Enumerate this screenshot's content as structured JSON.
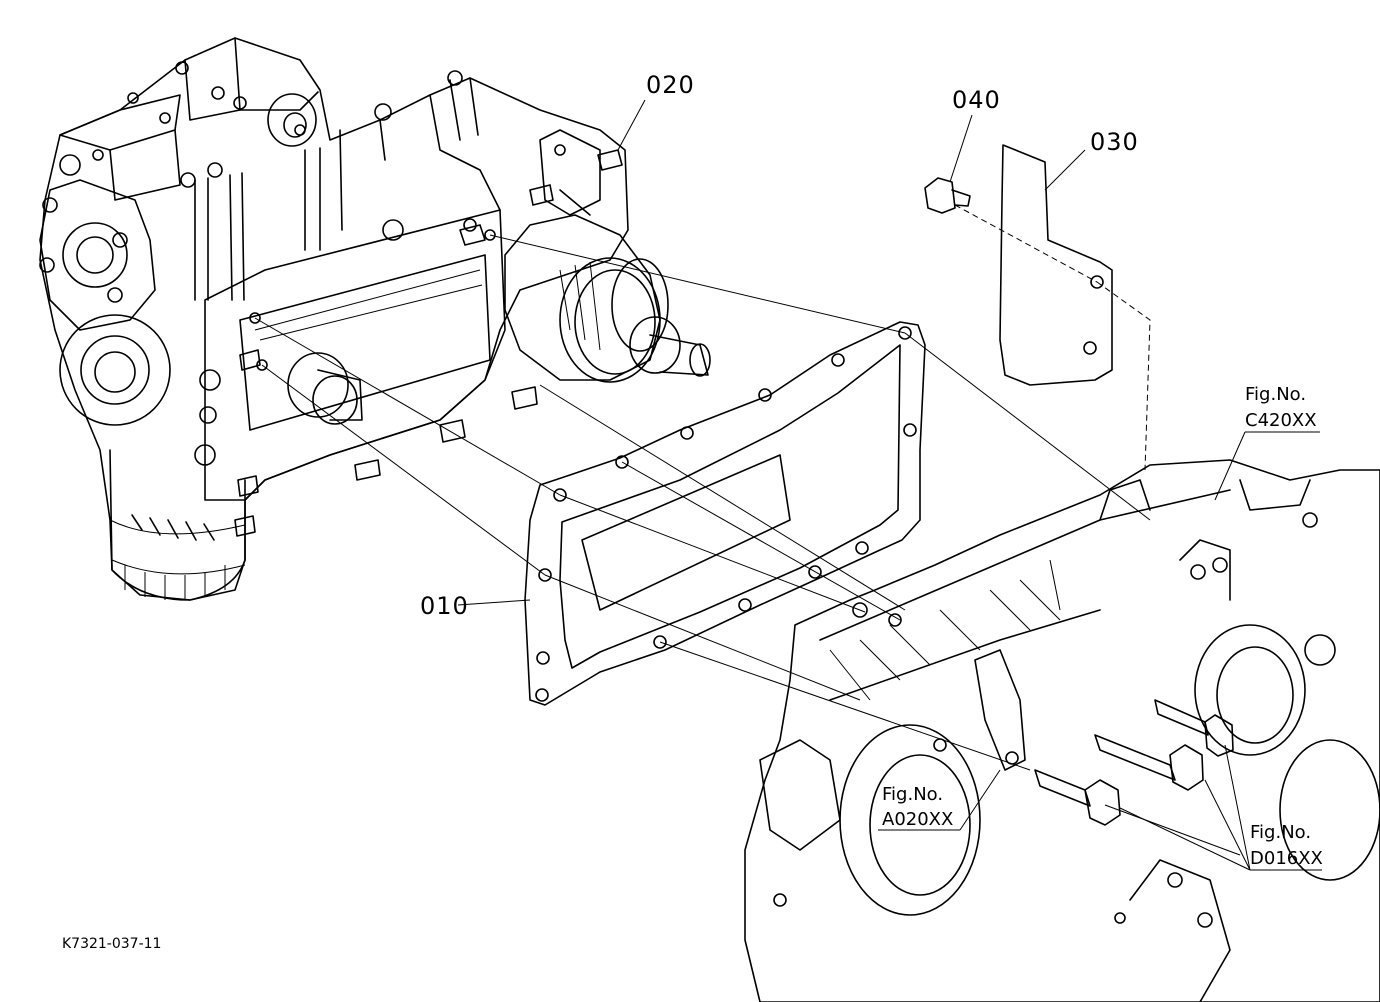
{
  "parts": [
    {
      "id": "010"
    },
    {
      "id": "020"
    },
    {
      "id": "030"
    },
    {
      "id": "040"
    }
  ],
  "figure_refs": [
    {
      "line1": "Fig.No.",
      "line2": "C420XX"
    },
    {
      "line1": "Fig.No.",
      "line2": "A020XX"
    },
    {
      "line1": "Fig.No.",
      "line2": "D016XX"
    }
  ],
  "drawing_code": "K7321-037-11"
}
